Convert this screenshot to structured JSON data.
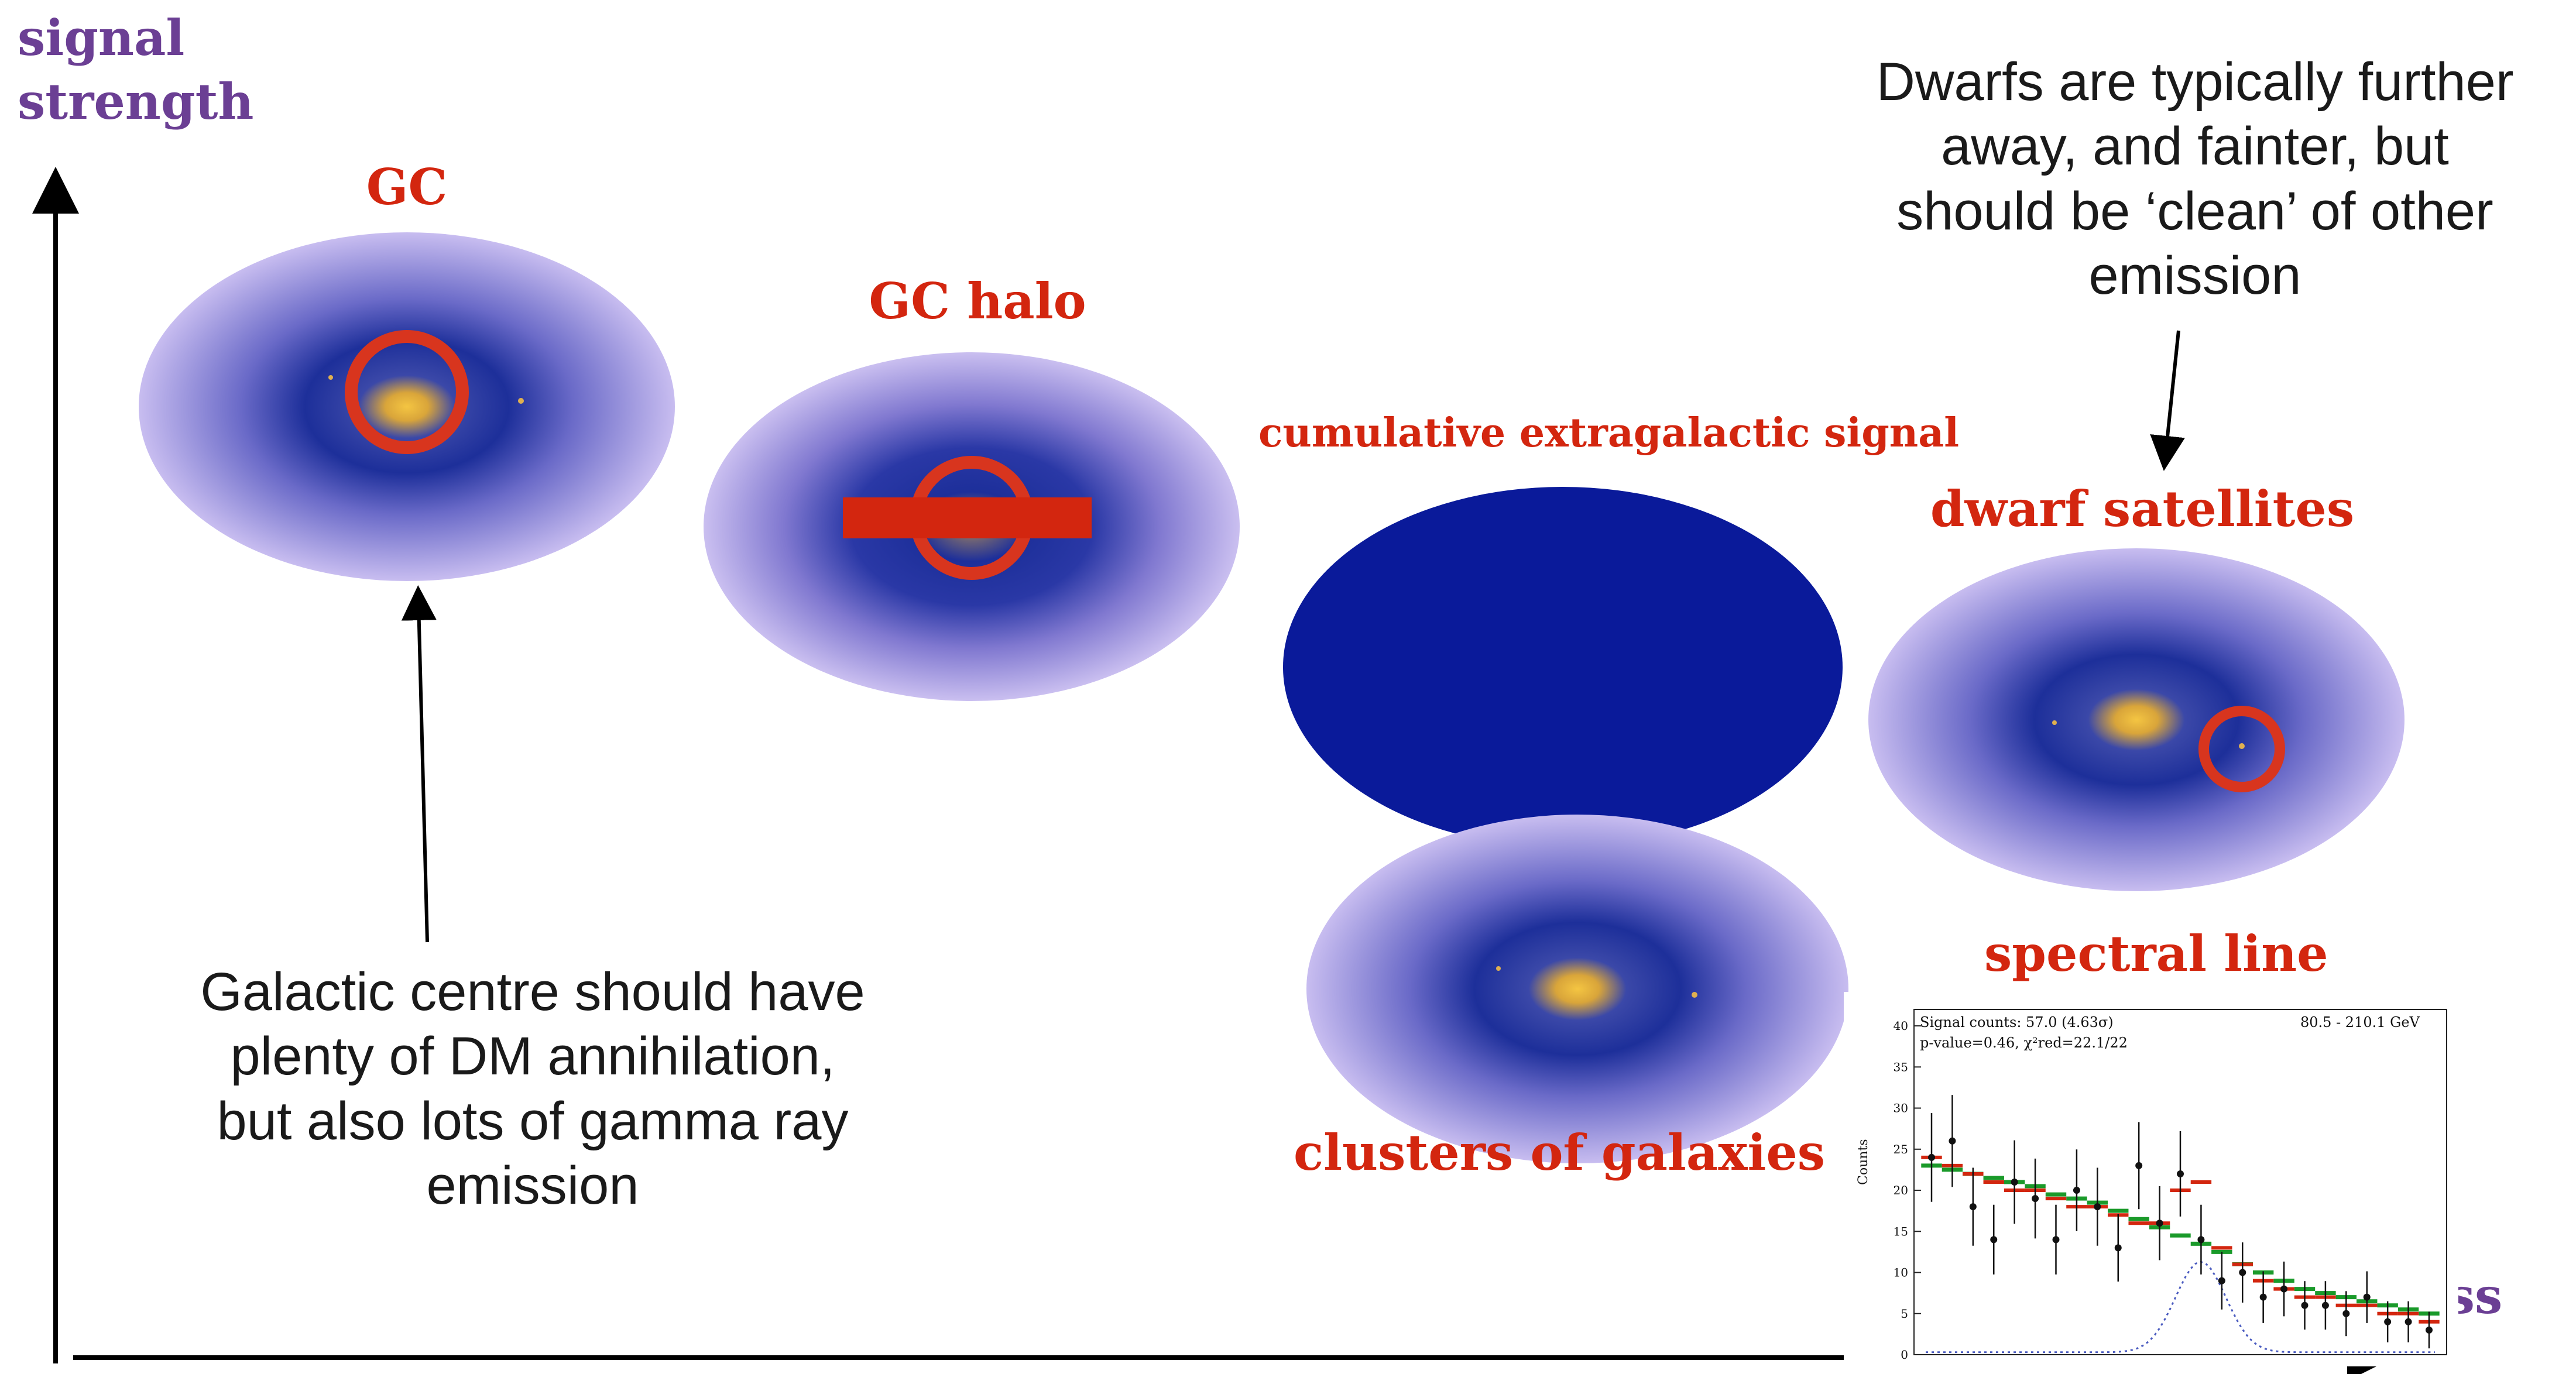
{
  "axes": {
    "y_label": [
      "signal",
      "strength"
    ],
    "x_label": "robustness"
  },
  "targets": {
    "gc": "GC",
    "gc_halo": "GC halo",
    "extragalactic": "cumulative extragalactic signal",
    "dwarfs": "dwarf satellites",
    "spectral_line": "spectral line",
    "clusters": "clusters of galaxies"
  },
  "notes": {
    "galactic_centre": [
      "Galactic centre should have",
      "plenty of DM annihilation,",
      "but also lots of gamma ray",
      "emission"
    ],
    "dwarfs": [
      "Dwarfs are typically further",
      "away, and fainter, but",
      "should be ‘clean’ of other",
      "emission"
    ]
  },
  "inset_plot": {
    "header_left": [
      "Signal counts: 57.0 (4.63σ)",
      "p-value=0.46, χ²red=22.1/22"
    ],
    "header_right": "80.5 - 210.1 GeV",
    "ylabel": "Counts",
    "y_ticks": [
      "0",
      "5",
      "10",
      "15",
      "20",
      "25",
      "30",
      "35",
      "40"
    ],
    "ylim": [
      0,
      42
    ],
    "points": [
      24,
      26,
      18,
      14,
      21,
      19,
      14,
      20,
      18,
      13,
      23,
      16,
      22,
      14,
      9,
      10,
      7,
      8,
      6,
      6,
      5,
      7,
      4,
      4,
      3
    ],
    "model_green": [
      23,
      22.5,
      22,
      21.5,
      21,
      20.5,
      19.5,
      19,
      18.5,
      17.5,
      16.5,
      15.5,
      14.5,
      13.5,
      12.5,
      11,
      10,
      9,
      8,
      7.5,
      7,
      6.5,
      6,
      5.5,
      5
    ],
    "model_red": [
      24,
      23,
      22,
      21,
      20,
      20,
      19,
      18,
      18,
      17,
      16,
      16,
      20,
      21,
      13,
      11,
      9,
      8,
      7,
      7,
      6,
      6,
      5,
      5,
      4
    ]
  },
  "colors": {
    "axis_label": "#6b3f94",
    "title_red": "#d3260f",
    "extragalactic_fill": "#0a1a9a",
    "marker_red": "#d8351e"
  }
}
